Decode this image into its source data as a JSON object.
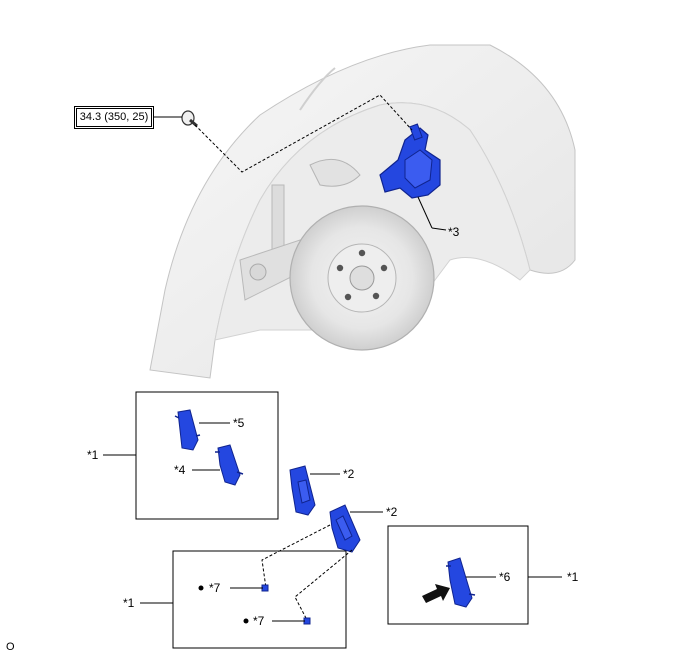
{
  "torque_spec": "34.3 (350, 25)",
  "callouts": {
    "c1_left": "*1",
    "c1_bottom": "*1",
    "c1_right": "*1",
    "c2_upper": "*2",
    "c2_lower": "*2",
    "c3": "*3",
    "c4": "*4",
    "c5": "*5",
    "c6": "*6",
    "c7_upper": "*7",
    "c7_lower": "*7"
  },
  "figure_id": "O",
  "colors": {
    "part_blue": "#2447e0",
    "part_dark": "#10248f",
    "line": "#000000"
  }
}
